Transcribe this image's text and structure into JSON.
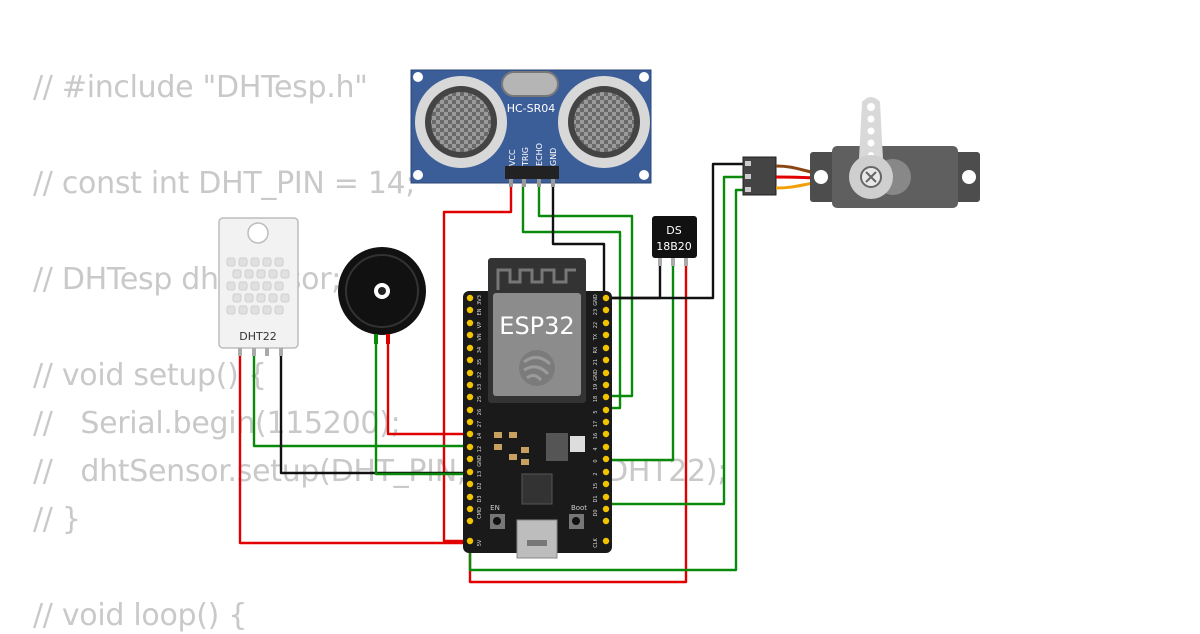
{
  "code": {
    "lines": [
      "// #include \"DHTesp.h\"",
      "// const int DHT_PIN = 14;",
      "// DHTesp dhtSensor;",
      "// void setup() {",
      "//   Serial.begin(115200);",
      "//   dhtSensor.setup(DHT_PIN, DHTesp::DHT22);",
      "// }",
      "// void loop() {"
    ]
  },
  "components": {
    "ultrasonic": {
      "label": "HC-SR04",
      "pins": [
        "VCC",
        "TRIG",
        "ECHO",
        "GND"
      ]
    },
    "dht": {
      "label": "DHT22"
    },
    "temp_sensor": {
      "label_line1": "DS",
      "label_line2": "18B20"
    },
    "mcu": {
      "label": "ESP32",
      "left_pins": [
        "3V3",
        "EN",
        "VP",
        "VN",
        "34",
        "35",
        "32",
        "33",
        "25",
        "26",
        "27",
        "14",
        "12",
        "GND",
        "13",
        "D2",
        "D3",
        "CMD",
        "5V"
      ],
      "right_pins": [
        "GND",
        "23",
        "22",
        "TX",
        "RX",
        "21",
        "GND",
        "19",
        "18",
        "5",
        "17",
        "16",
        "4",
        "0",
        "2",
        "15",
        "D1",
        "D0",
        "CLK"
      ],
      "en_label": "EN",
      "boot_label": "Boot"
    }
  },
  "colors": {
    "wire_red": "#e00000",
    "wire_green": "#0a8a0a",
    "wire_black": "#111111",
    "pcb": "#1a1a1a",
    "sonar_board": "#3b5e99",
    "servo_body": "#5a5a5a",
    "code_text": "#c9c9c9"
  }
}
